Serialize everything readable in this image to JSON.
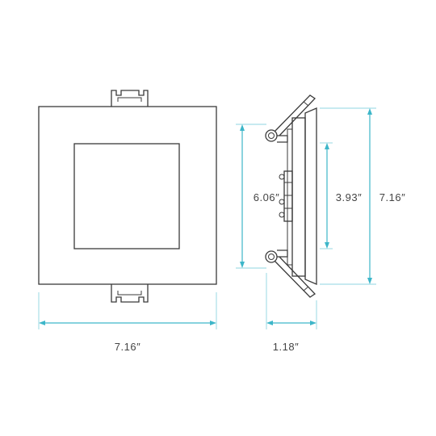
{
  "diagram": {
    "accent_color": "#3db6c9",
    "line_color": "#3a3a3a",
    "front_view": {
      "width_label": "7.16″"
    },
    "side_view": {
      "depth_label": "1.18″",
      "spring_span_label": "6.06″",
      "body_height_label": "3.93″",
      "trim_height_label": "7.16″"
    }
  }
}
